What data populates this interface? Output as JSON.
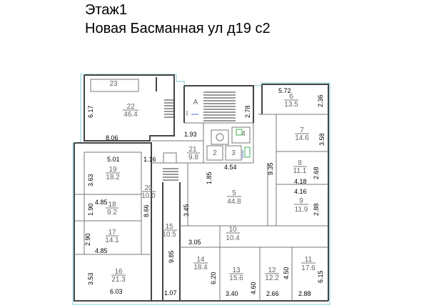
{
  "header": {
    "floor": "Этаж1",
    "address": "Новая Басманная ул д19 с2"
  },
  "rooms": [
    {
      "id": "r23",
      "number": "23",
      "area": ""
    },
    {
      "id": "r22",
      "number": "22",
      "area": "46.4"
    },
    {
      "id": "rA",
      "number": "A",
      "area": ""
    },
    {
      "id": "rI",
      "number": "I",
      "area": ""
    },
    {
      "id": "r6",
      "number": "6",
      "area": "13.5"
    },
    {
      "id": "r4",
      "number": "4",
      "area": ""
    },
    {
      "id": "r7",
      "number": "7",
      "area": "14.6"
    },
    {
      "id": "r21",
      "number": "21",
      "area": "9.8"
    },
    {
      "id": "r2",
      "number": "2",
      "area": ""
    },
    {
      "id": "r3",
      "number": "3",
      "area": ""
    },
    {
      "id": "r8",
      "number": "8",
      "area": "11.1"
    },
    {
      "id": "r19",
      "number": "19",
      "area": "18.2"
    },
    {
      "id": "r20",
      "number": "20",
      "area": "10.0"
    },
    {
      "id": "r5",
      "number": "5",
      "area": "44.8"
    },
    {
      "id": "r18",
      "number": "18",
      "area": "9.2"
    },
    {
      "id": "r9",
      "number": "9",
      "area": "11.9"
    },
    {
      "id": "r15",
      "number": "15",
      "area": "10.5"
    },
    {
      "id": "r10",
      "number": "10",
      "area": "10.4"
    },
    {
      "id": "r17",
      "number": "17",
      "area": "14.1"
    },
    {
      "id": "r14",
      "number": "14",
      "area": "18.4"
    },
    {
      "id": "r13",
      "number": "13",
      "area": "15.6"
    },
    {
      "id": "r12",
      "number": "12",
      "area": "12.2"
    },
    {
      "id": "r11",
      "number": "11",
      "area": "17.6"
    },
    {
      "id": "r16",
      "number": "16",
      "area": "21.3"
    }
  ],
  "dimensions": [
    {
      "id": "d572",
      "text": "5.72"
    },
    {
      "id": "d236",
      "text": "2.36"
    },
    {
      "id": "d617",
      "text": "6.17"
    },
    {
      "id": "d278",
      "text": "2.78"
    },
    {
      "id": "d806",
      "text": "8.06"
    },
    {
      "id": "d193",
      "text": "1.93"
    },
    {
      "id": "d358",
      "text": "3.58"
    },
    {
      "id": "d501",
      "text": "5.01"
    },
    {
      "id": "d116",
      "text": "1.16"
    },
    {
      "id": "d935",
      "text": "9.35"
    },
    {
      "id": "d454",
      "text": "4.54"
    },
    {
      "id": "d268",
      "text": "2.68"
    },
    {
      "id": "d363",
      "text": "3.63"
    },
    {
      "id": "d185",
      "text": "1.85"
    },
    {
      "id": "d418",
      "text": "4.18"
    },
    {
      "id": "d416",
      "text": "4.16"
    },
    {
      "id": "d485a",
      "text": "4.85"
    },
    {
      "id": "d288",
      "text": "2.88"
    },
    {
      "id": "d190",
      "text": "1.90"
    },
    {
      "id": "d866",
      "text": "8.66"
    },
    {
      "id": "d345",
      "text": "3.45"
    },
    {
      "id": "d290",
      "text": "2.90"
    },
    {
      "id": "d305",
      "text": "3.05"
    },
    {
      "id": "d485b",
      "text": "4.85"
    },
    {
      "id": "d985",
      "text": "9.85"
    },
    {
      "id": "d620",
      "text": "6.20"
    },
    {
      "id": "d460",
      "text": "4.60"
    },
    {
      "id": "d450",
      "text": "4.50"
    },
    {
      "id": "d615",
      "text": "6.15"
    },
    {
      "id": "d353",
      "text": "3.53"
    },
    {
      "id": "d603",
      "text": "6.03"
    },
    {
      "id": "d107",
      "text": "1.07"
    },
    {
      "id": "d340",
      "text": "3.40"
    },
    {
      "id": "d266",
      "text": "2.66"
    },
    {
      "id": "d288b",
      "text": "2.88"
    }
  ]
}
